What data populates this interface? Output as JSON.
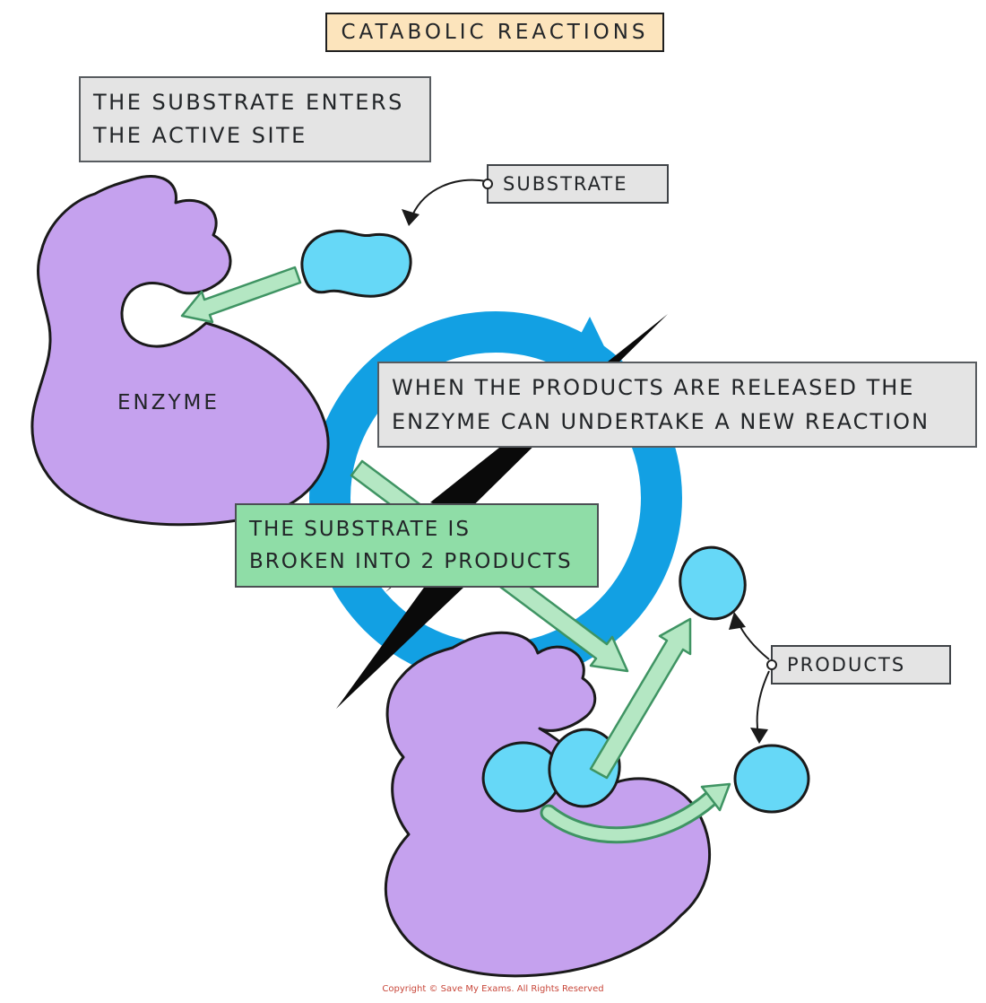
{
  "title": "CATABOLIC REACTIONS",
  "labels": {
    "substrate_enters": {
      "line1": "THE SUBSTRATE ENTERS",
      "line2": "THE ACTIVE SITE"
    },
    "substrate_tag": "SUBSTRATE",
    "enzyme": "ENZYME",
    "products_released": {
      "line1": "WHEN THE PRODUCTS ARE RELEASED THE",
      "line2": "ENZYME CAN UNDERTAKE A NEW REACTION"
    },
    "broken": {
      "line1": "THE SUBSTRATE IS",
      "line2": "BROKEN INTO 2 PRODUCTS"
    },
    "products_tag": "PRODUCTS"
  },
  "footer": {
    "copyright": "Copyright © Save My Exams. All Rights Reserved"
  },
  "colors": {
    "enzyme": "#c5a1ee",
    "substrate": "#66d8f7",
    "cycle": "#12a0e3",
    "bolt": "#0a0a0a",
    "arrow_fill": "#b4e7c3",
    "arrow_stroke": "#3f9463",
    "title_bg": "#fce4bc",
    "label_bg": "#e4e4e4",
    "green_bg": "#8fdda7",
    "ink": "#222528",
    "copyright": "#c8473a"
  }
}
